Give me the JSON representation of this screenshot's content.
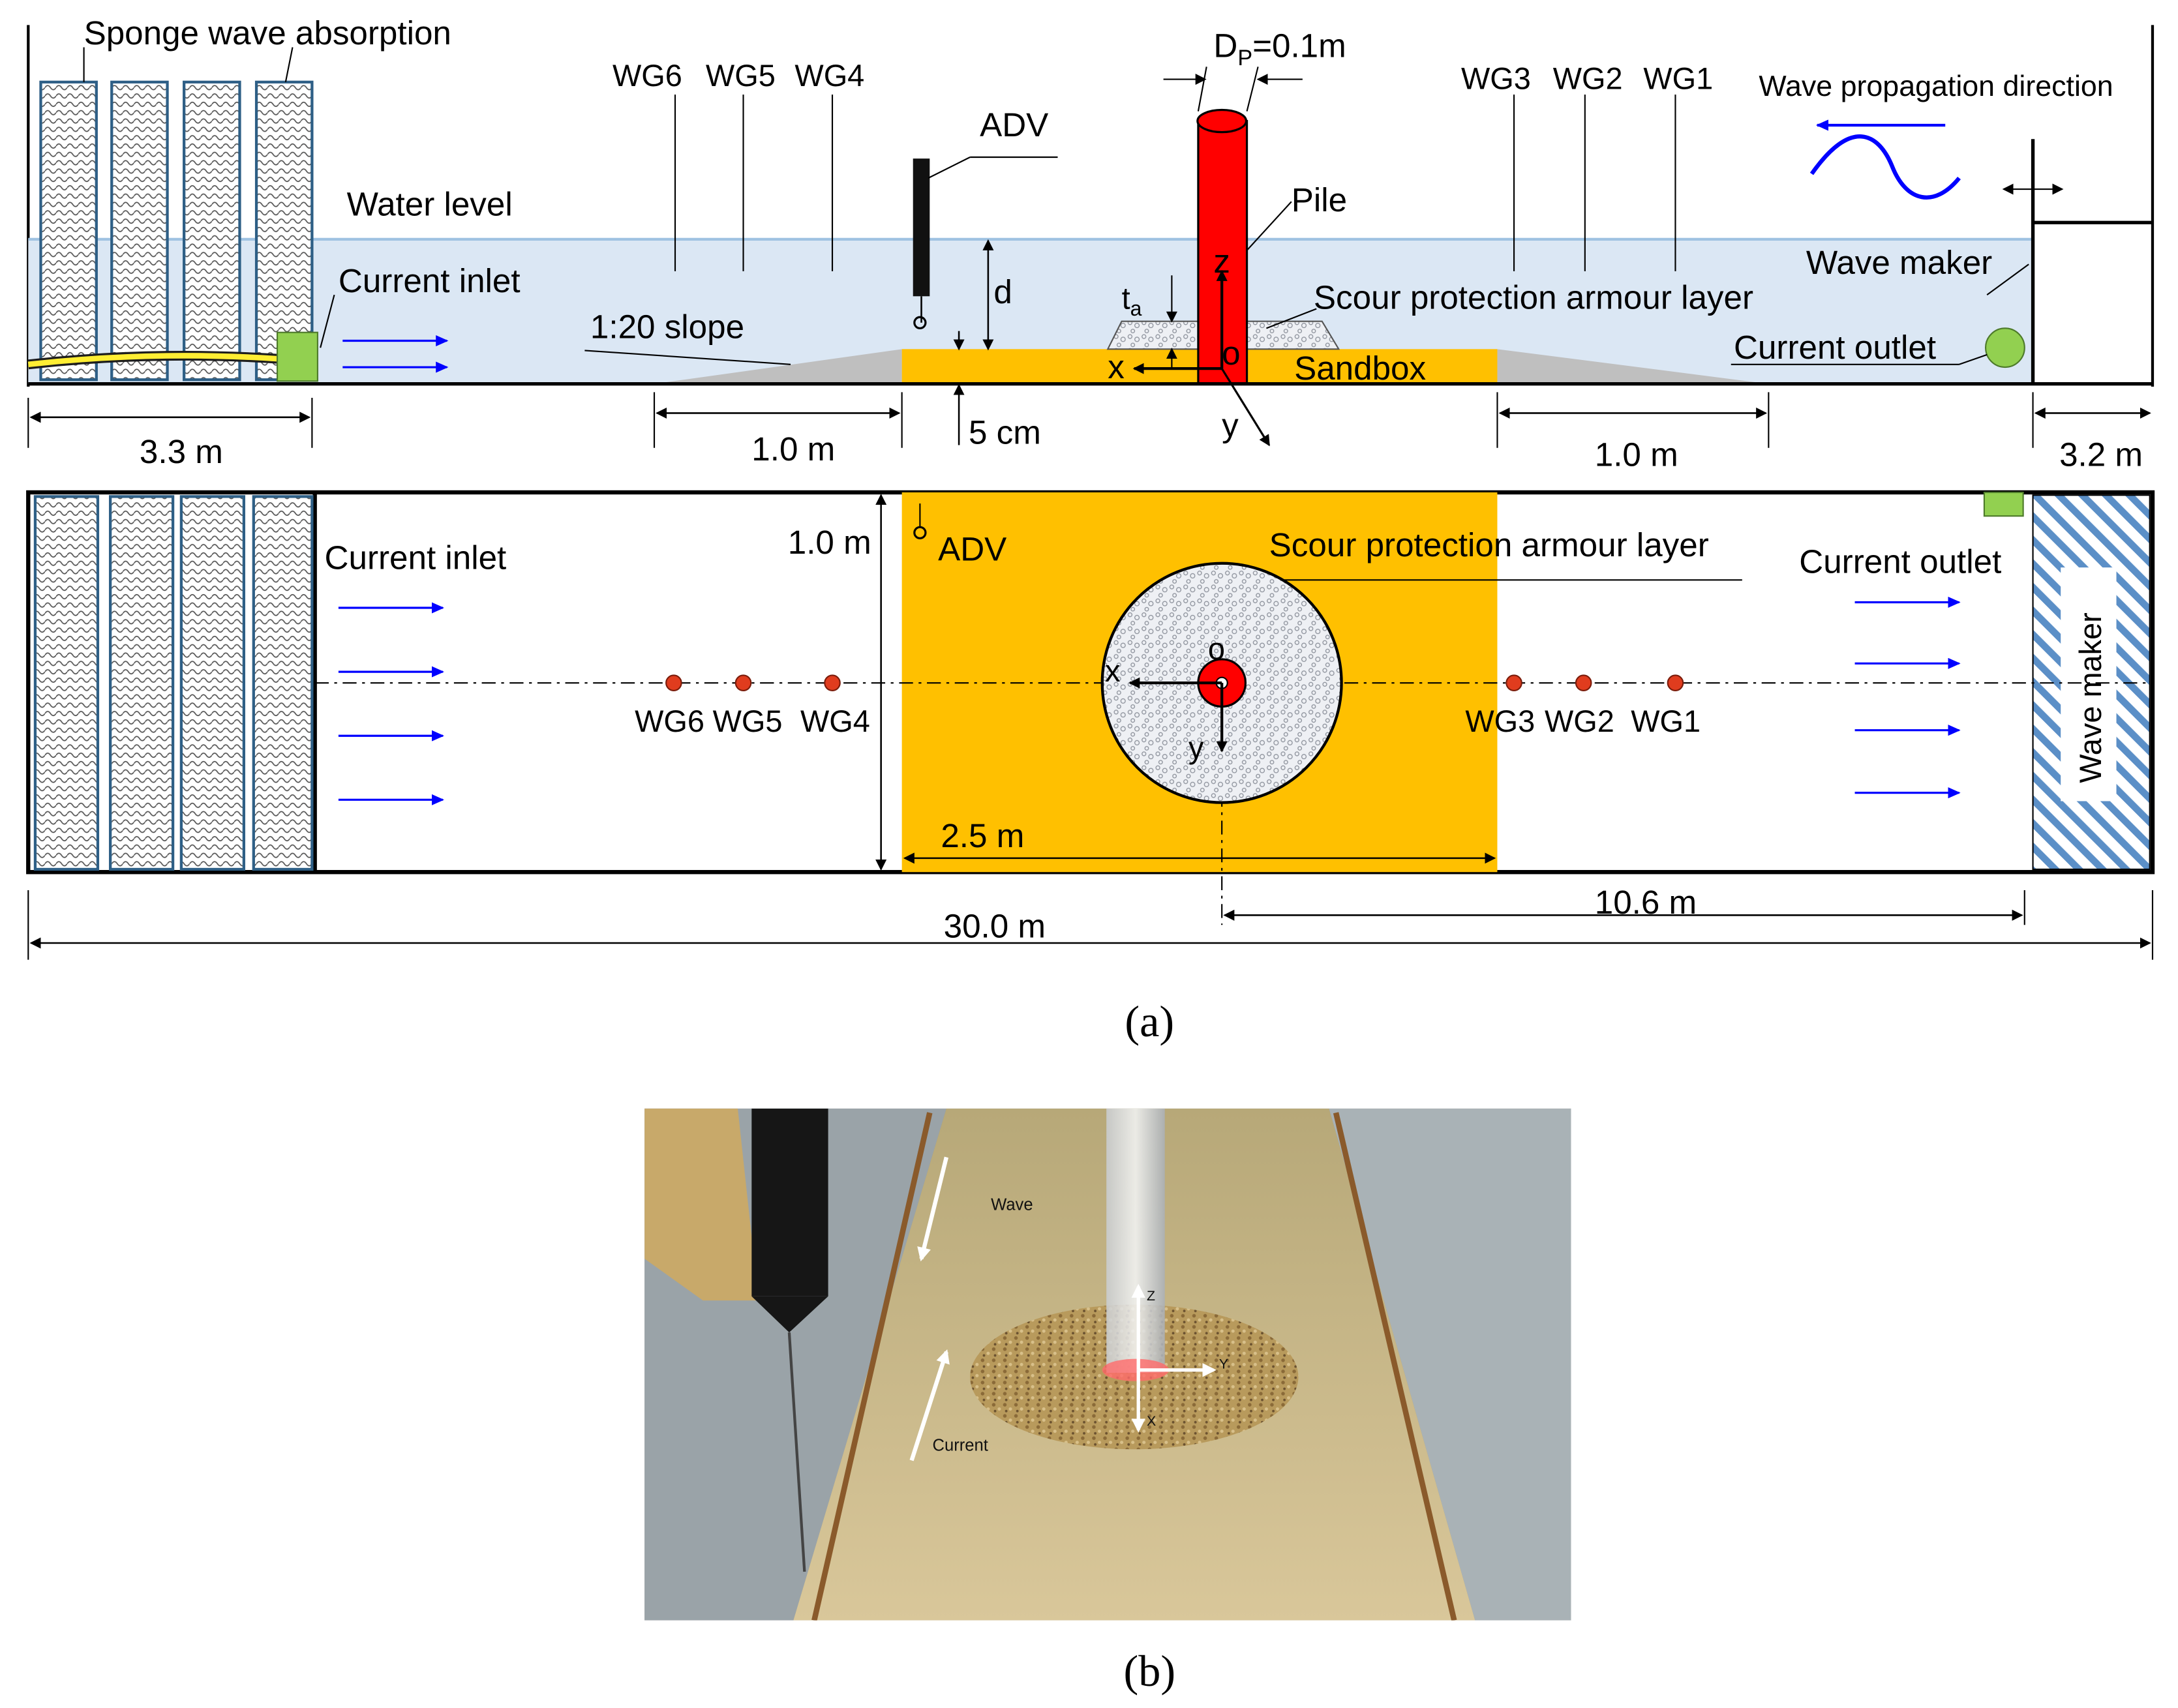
{
  "panel_a": {
    "caption": "(a)",
    "labels": {
      "sponge": "Sponge wave absorption",
      "water_level": "Water level",
      "current_inlet": "Current inlet",
      "slope": "1:20 slope",
      "adv": "ADV",
      "d": "d",
      "ta_main": "t",
      "ta_sub": "a",
      "dp_main": "D",
      "dp_sub": "P",
      "dp_value": "=0.1m",
      "pile": "Pile",
      "z": "z",
      "o": "o",
      "x": "x",
      "y": "y",
      "scour_layer": "Scour protection armour layer",
      "sandbox": "Sandbox",
      "wave_dir": "Wave propagation direction",
      "wave_maker": "Wave maker",
      "current_outlet": "Current outlet",
      "top_inlet_plan": "Current inlet",
      "adv_plan": "ADV",
      "scour_plan": "Scour protection armour layer",
      "current_outlet_plan": "Current outlet",
      "wave_maker_plan": "Wave maker",
      "o_plan": "o",
      "x_plan": "x",
      "y_plan": "y"
    },
    "gauges_side": [
      "WG6",
      "WG5",
      "WG4",
      "WG3",
      "WG2",
      "WG1"
    ],
    "gauges_plan": [
      "WG6",
      "WG5",
      "WG4",
      "WG3",
      "WG2",
      "WG1"
    ],
    "dimensions": {
      "left_3_3": "3.3 m",
      "slope_1_0_left": "1.0 m",
      "five_cm": "5 cm",
      "slope_1_0_right": "1.0 m",
      "right_3_2": "3.2 m",
      "width_1_0": "1.0 m",
      "sandbox_2_5": "2.5 m",
      "dist_10_6": "10.6 m",
      "total_30": "30.0 m"
    }
  },
  "panel_b": {
    "caption": "(b)",
    "labels": {
      "wave": "Wave",
      "current": "Current",
      "z": "Z",
      "y": "Y",
      "x": "X"
    }
  },
  "colors": {
    "water": "#dbe7f4",
    "sandbox": "#ffc000",
    "pile": "#ff0000",
    "slope": "#bfbfbf",
    "sponge": "#2e5f86",
    "inlet_box": "#92d050",
    "arrow_blue": "#0000ff",
    "gauge_dot": "#e03c1e"
  }
}
